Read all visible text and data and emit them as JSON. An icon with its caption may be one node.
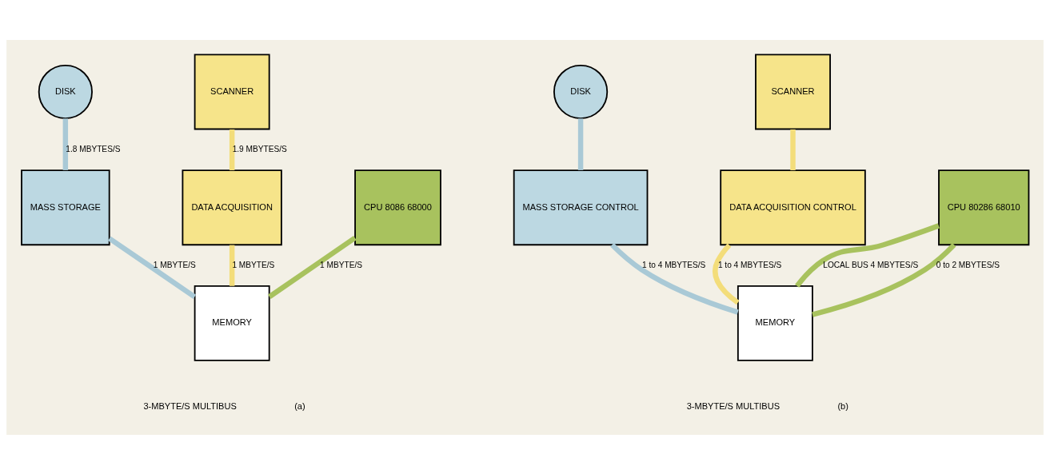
{
  "diagram": {
    "nodes": [
      {
        "text": [
          "DISK"
        ]
      },
      {
        "text": [
          "SCANNER"
        ]
      },
      {
        "text": [
          "MASS STORAGE"
        ]
      },
      {
        "text": [
          "DATA ACQUISITION"
        ]
      },
      {
        "text": [
          "CPU 8086 68000"
        ]
      },
      {
        "text": [
          "MEMORY"
        ]
      },
      {
        "text": [
          "DISK"
        ]
      },
      {
        "text": [
          "SCANNER"
        ]
      },
      {
        "text": [
          "MASS STORAGE CONTROL"
        ]
      },
      {
        "text": [
          "DATA ACQUISITION CONTROL"
        ]
      },
      {
        "text": [
          "CPU 80286 68010"
        ]
      },
      {
        "text": [
          "MEMORY"
        ]
      }
    ],
    "edges": [
      {
        "from": 0,
        "to": 2,
        "arrow": "none",
        "label": "1.8 MBYTES/S",
        "color": "#a9c9d6"
      },
      {
        "from": 1,
        "to": 3,
        "arrow": "none",
        "label": "1.9 MBYTES/S",
        "color": "#f3dd7a"
      },
      {
        "from": 4,
        "to": 5,
        "arrow": "none",
        "label": "1 MBYTE/S",
        "color": "#a8c25e"
      },
      {
        "from": 3,
        "to": 5,
        "arrow": "none",
        "label": "1 MBYTE/S",
        "color": "#f3dd7a"
      },
      {
        "from": 2,
        "to": 5,
        "arrow": "none",
        "label": "1 MBYTE/S",
        "color": "#a9c9d6"
      },
      {
        "from": 6,
        "to": 8,
        "arrow": "none",
        "color": "#a9c9d6"
      },
      {
        "from": 7,
        "to": 9,
        "arrow": "none",
        "color": "#f3dd7a"
      },
      {
        "from": 10,
        "to": 11,
        "arrow": "none",
        "label": "LOCAL BUS 4 MBYTES/S",
        "color": "#a8c25e"
      },
      {
        "from": 10,
        "to": 11,
        "arrow": "none",
        "label": "0 to 2 MBYTES/S",
        "color": "#a8c25e"
      },
      {
        "from": 9,
        "to": 11,
        "arrow": "none",
        "label": "1 to 4 MBYTES/S",
        "color": "#f3dd7a"
      },
      {
        "from": 8,
        "to": 11,
        "arrow": "none",
        "label": "1 to 4 MBYTES/S",
        "color": "#a9c9d6"
      }
    ],
    "labels": [
      "3-MBYTE/S MULTIBUS",
      "(a)",
      "3-MBYTE/S MULTIBUS",
      "(b)"
    ]
  }
}
